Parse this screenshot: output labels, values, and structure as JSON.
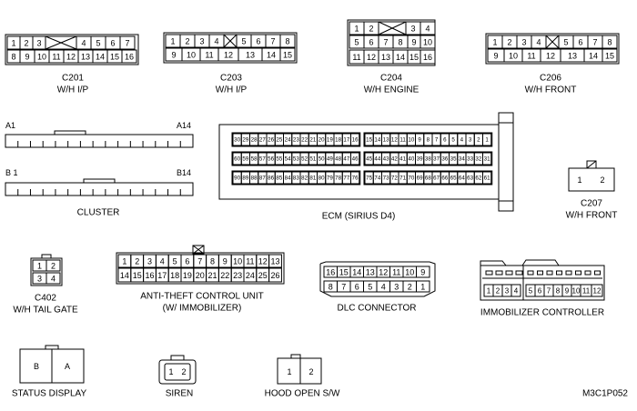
{
  "figure_code": "M3C1P052",
  "connectors": [
    {
      "id": "c201",
      "name": "C201",
      "sub": "W/H I/P",
      "row1": [
        "1",
        "2",
        "3",
        "X",
        "4",
        "5",
        "6",
        "7"
      ],
      "row2": [
        "8",
        "9",
        "10",
        "11",
        "12",
        "13",
        "14",
        "15",
        "16"
      ]
    },
    {
      "id": "c203",
      "name": "C203",
      "sub": "W/H I/P",
      "row1": [
        "1",
        "2",
        "3",
        "4",
        "X",
        "5",
        "6",
        "7",
        "8"
      ],
      "row2": [
        "9",
        "10",
        "11",
        "12",
        "13",
        "14",
        "15"
      ]
    },
    {
      "id": "c204",
      "name": "C204",
      "sub": "W/H ENGINE",
      "row1": [
        "1",
        "2",
        "X",
        "3",
        "4"
      ],
      "row2": [
        "5",
        "6",
        "7",
        "8",
        "9",
        "10"
      ],
      "row3": [
        "11",
        "12",
        "13",
        "14",
        "15",
        "16"
      ]
    },
    {
      "id": "c206",
      "name": "C206",
      "sub": "W/H FRONT",
      "row1": [
        "1",
        "2",
        "3",
        "4",
        "X",
        "5",
        "6",
        "7",
        "8"
      ],
      "row2": [
        "9",
        "10",
        "11",
        "12",
        "13",
        "14",
        "15"
      ]
    },
    {
      "id": "cluster",
      "name": "CLUSTER",
      "pin_labels": {
        "a_start": "A1",
        "a_end": "A14",
        "b_start": "B 1",
        "b_end": "B14"
      }
    },
    {
      "id": "ecm",
      "name": "ECM (SIRIUS D4)",
      "row1_left": [
        "30",
        "29",
        "28",
        "27",
        "26",
        "25",
        "24",
        "23",
        "22",
        "21",
        "20",
        "19",
        "18",
        "17",
        "16"
      ],
      "row1_right": [
        "15",
        "14",
        "13",
        "12",
        "11",
        "10",
        "9",
        "8",
        "7",
        "6",
        "5",
        "4",
        "3",
        "2",
        "1"
      ],
      "row2_left": [
        "60",
        "59",
        "58",
        "57",
        "56",
        "55",
        "54",
        "53",
        "52",
        "51",
        "50",
        "49",
        "48",
        "47",
        "46"
      ],
      "row2_right": [
        "45",
        "44",
        "43",
        "42",
        "41",
        "40",
        "39",
        "38",
        "37",
        "36",
        "35",
        "34",
        "33",
        "32",
        "31"
      ],
      "row3_left": [
        "90",
        "89",
        "88",
        "87",
        "86",
        "85",
        "84",
        "83",
        "82",
        "81",
        "80",
        "79",
        "78",
        "77",
        "76"
      ],
      "row3_right": [
        "75",
        "74",
        "73",
        "72",
        "71",
        "70",
        "69",
        "68",
        "67",
        "66",
        "65",
        "64",
        "63",
        "62",
        "61"
      ]
    },
    {
      "id": "c207",
      "name": "C207",
      "sub": "W/H FRONT",
      "pins": [
        "1",
        "2"
      ]
    },
    {
      "id": "c402",
      "name": "C402",
      "sub": "W/H TAIL GATE",
      "row1": [
        "1",
        "2"
      ],
      "row2": [
        "3",
        "4"
      ]
    },
    {
      "id": "antitheft",
      "name": "ANTI-THEFT CONTROL UNIT",
      "sub": "(W/ IMMOBILIZER)",
      "row1": [
        "1",
        "2",
        "3",
        "4",
        "5",
        "6",
        "7",
        "8",
        "9",
        "10",
        "11",
        "12",
        "13"
      ],
      "row2": [
        "14",
        "15",
        "16",
        "17",
        "18",
        "19",
        "20",
        "21",
        "22",
        "23",
        "24",
        "25",
        "26"
      ]
    },
    {
      "id": "dlc",
      "name": "DLC CONNECTOR",
      "row1": [
        "16",
        "15",
        "14",
        "13",
        "12",
        "11",
        "10",
        "9"
      ],
      "row2": [
        "8",
        "7",
        "6",
        "5",
        "4",
        "3",
        "2",
        "1"
      ]
    },
    {
      "id": "immob",
      "name": "IMMOBILIZER CONTROLLER",
      "pins_left": [
        "1",
        "2",
        "3",
        "4"
      ],
      "pins_right": [
        "5",
        "6",
        "7",
        "8",
        "9",
        "10",
        "11",
        "12"
      ]
    },
    {
      "id": "status",
      "name": "STATUS DISPLAY",
      "pins": [
        "B",
        "A"
      ]
    },
    {
      "id": "siren",
      "name": "SIREN",
      "pins": [
        "1",
        "2"
      ]
    },
    {
      "id": "hood",
      "name": "HOOD OPEN S/W",
      "pins": [
        "1",
        "2"
      ]
    }
  ]
}
